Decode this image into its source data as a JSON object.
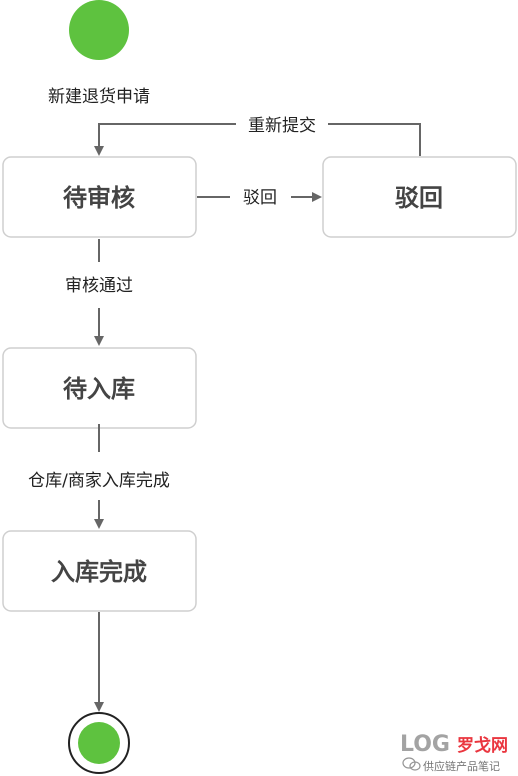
{
  "colors": {
    "node_fill": "#ffffff",
    "node_border": "#cfcfcf",
    "edge": "#666666",
    "start_end_dot": "#5ec23f",
    "watermark_red": "#e8212b",
    "watermark_gray": "#9a9a9a"
  },
  "states": {
    "pending_review": "待审核",
    "rejected": "驳回",
    "pending_stock_in": "待入库",
    "stock_in_done": "入库完成"
  },
  "transitions": {
    "create_return_request": "新建退货申请",
    "resubmit": "重新提交",
    "reject": "驳回",
    "review_passed": "审核通过",
    "warehouse_merchant_stock_in_done": "仓库/商家入库完成"
  },
  "watermark": {
    "logo_text": "LOG",
    "brand": "罗戈网",
    "account": "供应链产品笔记",
    "icon": "wechat-icon"
  }
}
